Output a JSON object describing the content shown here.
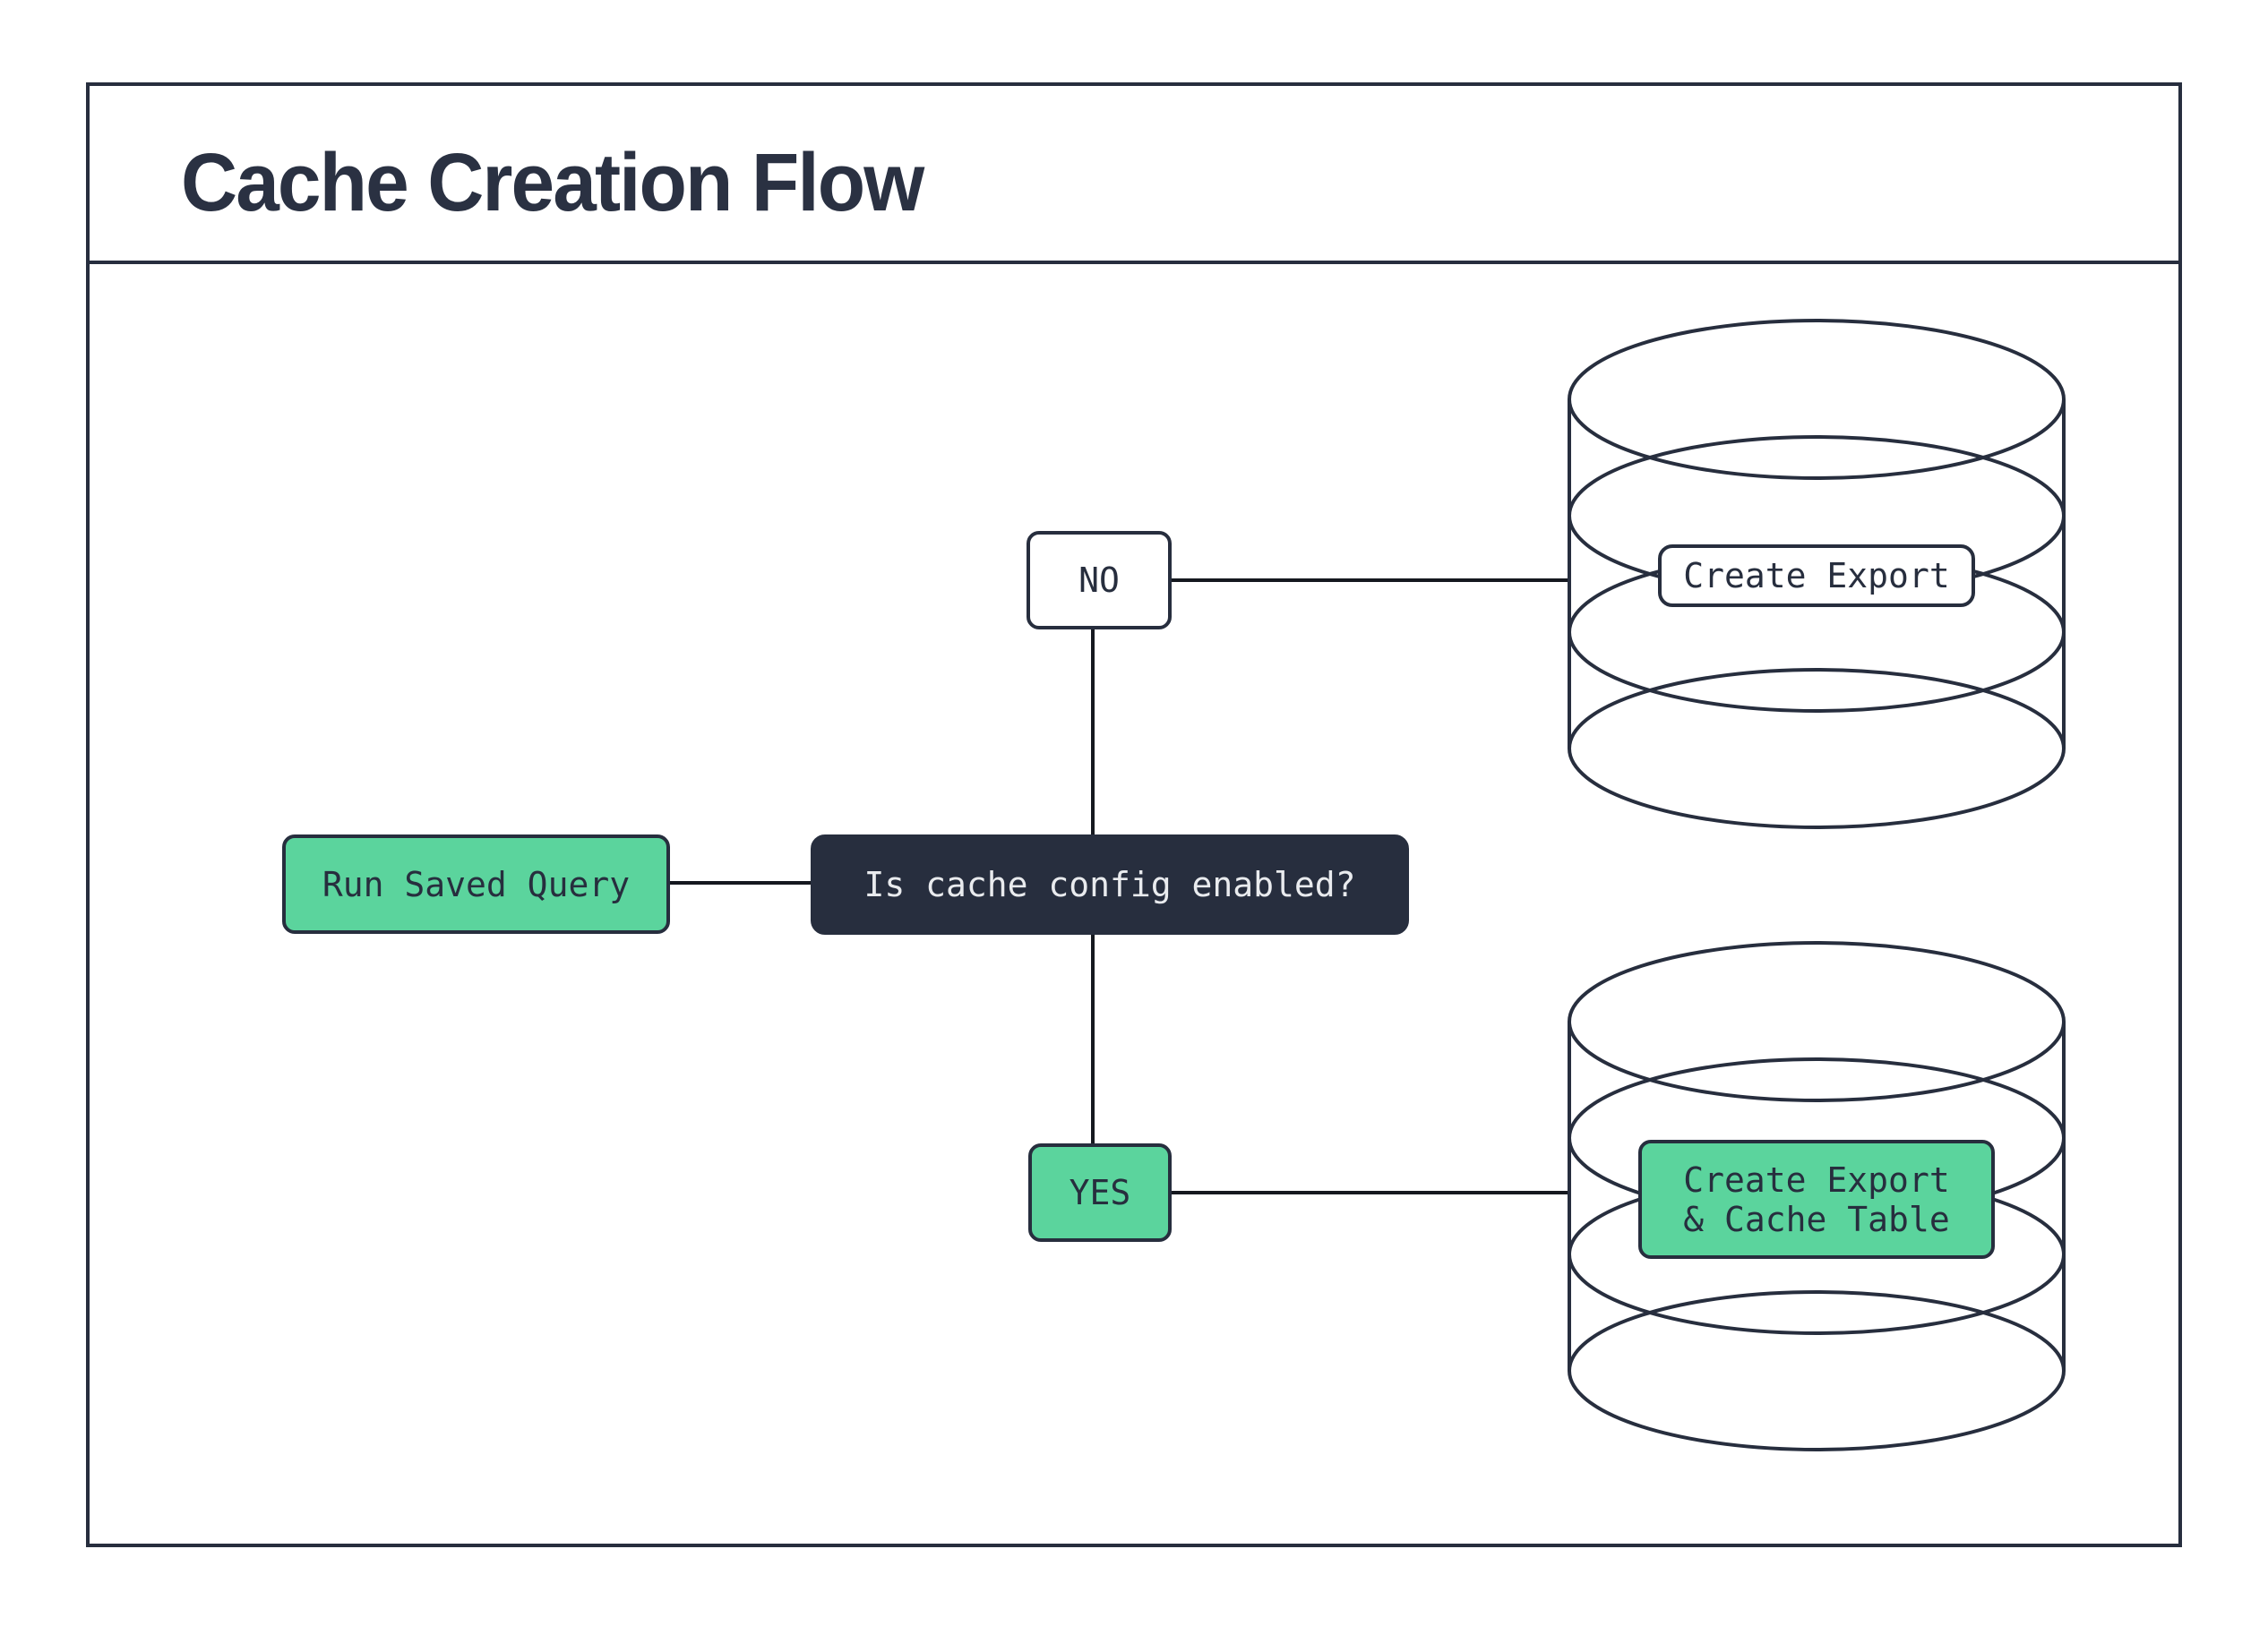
{
  "diagram": {
    "title": "Cache Creation Flow",
    "nodes": {
      "start": {
        "label": "Run Saved Query",
        "type": "process",
        "fill": "green"
      },
      "decision": {
        "label": "Is cache config enabled?",
        "type": "decision",
        "fill": "dark"
      },
      "branch_no": {
        "label": "NO",
        "type": "branch",
        "fill": "white"
      },
      "branch_yes": {
        "label": "YES",
        "type": "branch",
        "fill": "green"
      },
      "no_result": {
        "label": "Create Export",
        "icon": "database-icon",
        "fill": "white"
      },
      "yes_result": {
        "label_line1": "Create Export",
        "label_line2": "& Cache Table",
        "icon": "database-icon",
        "fill": "green"
      }
    },
    "edges": [
      {
        "from": "start",
        "to": "decision"
      },
      {
        "from": "decision",
        "to": "branch_no"
      },
      {
        "from": "decision",
        "to": "branch_yes"
      },
      {
        "from": "branch_no",
        "to": "no_result"
      },
      {
        "from": "branch_yes",
        "to": "yes_result"
      }
    ]
  },
  "colors": {
    "ink": "#272e3e",
    "accent_green": "#5bd49d",
    "connector": "#15181f",
    "light_text": "#e9ebee",
    "background": "#ffffff"
  }
}
